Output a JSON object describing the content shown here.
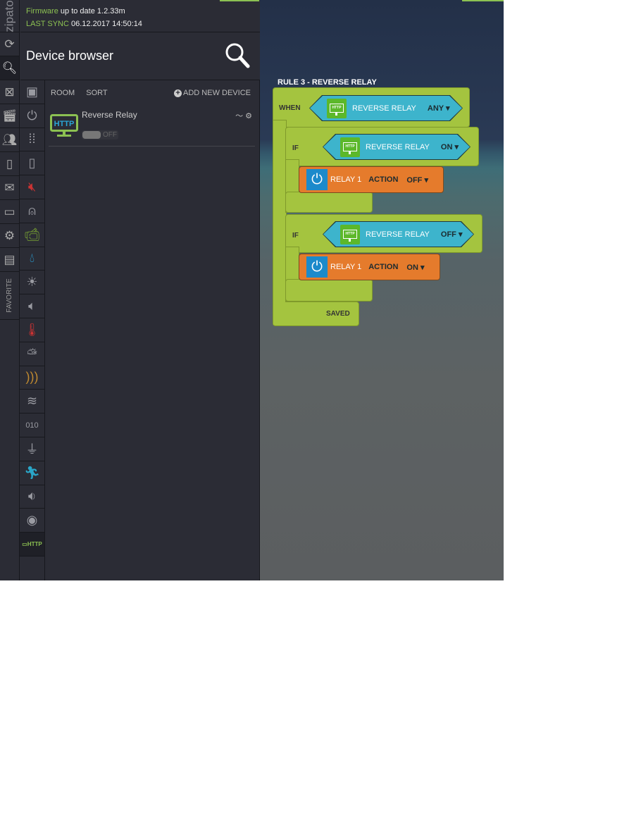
{
  "logo": "zipato",
  "status": {
    "firmware_label": "Firmware",
    "firmware_text": "up to date 1.2.33m",
    "sync_label": "LAST SYNC",
    "sync_time": "06.12.2017 14:50:14"
  },
  "header": {
    "title": "Device browser"
  },
  "sidebar": {
    "favorite": "FAVORITE"
  },
  "toolbar": {
    "room": "ROOM",
    "sort": "SORT",
    "add": "ADD NEW DEVICE"
  },
  "device": {
    "name": "Reverse Relay",
    "icon_text": "HTTP",
    "state": "OFF"
  },
  "rule": {
    "title": "RULE 3 - REVERSE RELAY",
    "when_label": "WHEN",
    "when": {
      "device": "REVERSE RELAY",
      "value": "ANY ▾",
      "icon_text": "HTTP"
    },
    "conditions": [
      {
        "label": "IF",
        "device": "REVERSE RELAY",
        "value": "ON ▾",
        "action_device": "RELAY 1",
        "action_label": "ACTION",
        "action_value": "OFF ▾"
      },
      {
        "label": "IF",
        "device": "REVERSE RELAY",
        "value": "OFF ▾",
        "action_device": "RELAY 1",
        "action_label": "ACTION",
        "action_value": "ON ▾"
      }
    ],
    "status": "SAVED"
  },
  "colors": {
    "accent": "#8cc152",
    "block": "#a4c43f",
    "sensor": "#3db4cc",
    "action": "#e57b2c"
  }
}
